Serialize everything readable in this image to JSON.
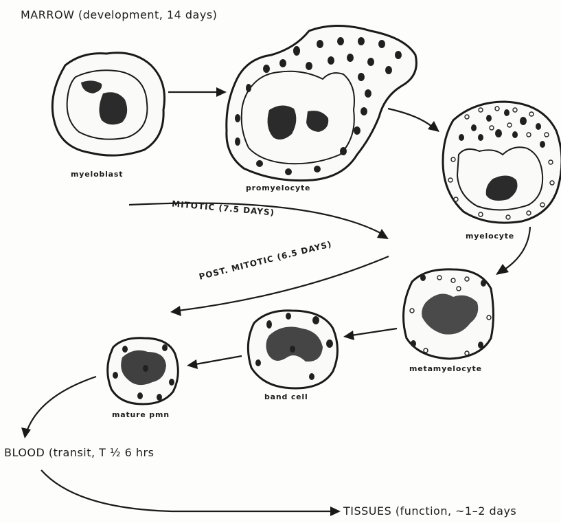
{
  "title": "MARROW (development, 14 days)",
  "cells": {
    "myeloblast": "myeloblast",
    "promyelocyte": "promyelocyte",
    "myelocyte": "myelocyte",
    "metamyelocyte": "metamyelocyte",
    "band_cell": "band cell",
    "mature_pmn": "mature pmn"
  },
  "phases": {
    "mitotic": "MITOTIC (7.5 DAYS)",
    "post_mitotic": "POST. MITOTIC (6.5 DAYS)"
  },
  "stages": {
    "blood": "BLOOD (transit, T ½ 6 hrs",
    "tissues": "TISSUES (function, ~1–2 days"
  }
}
